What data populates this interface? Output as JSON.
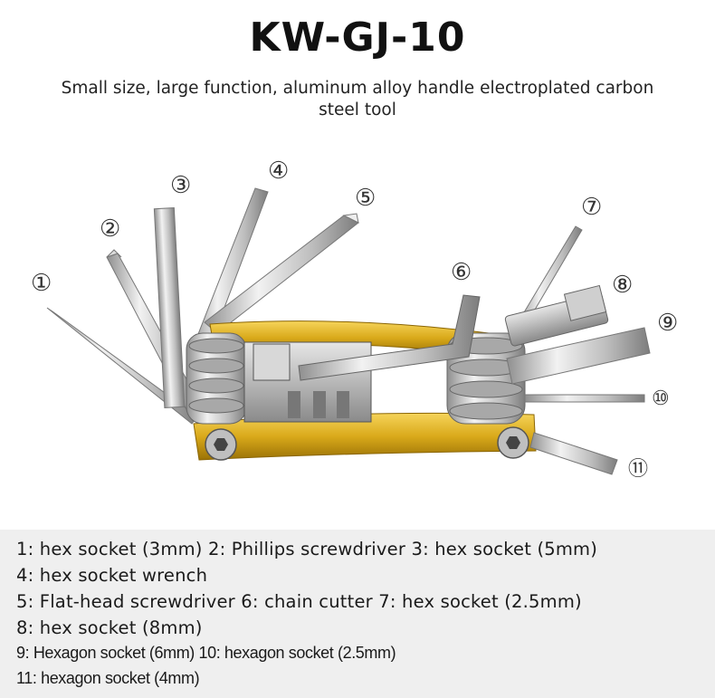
{
  "title": "KW-GJ-10",
  "subtitle": "Small size, large function, aluminum alloy handle electroplated carbon steel tool",
  "callouts": [
    "①",
    "②",
    "③",
    "④",
    "⑤",
    "⑥",
    "⑦",
    "⑧",
    "⑨",
    "⑩",
    "⑪"
  ],
  "legend": [
    "1: hex socket (3mm) 2: Phillips screwdriver 3: hex socket (5mm)",
    "4: hex socket wrench",
    "5: Flat-head screwdriver 6: chain cutter 7: hex socket (2.5mm)",
    "8: hex socket (8mm)",
    "9: Hexagon socket (6mm) 10: hexagon socket (2.5mm)",
    "11: hexagon socket (4mm)"
  ],
  "colors": {
    "handle_gold": "#d9a91a",
    "steel": "#c8c8c8",
    "legend_bg": "#efefef"
  }
}
